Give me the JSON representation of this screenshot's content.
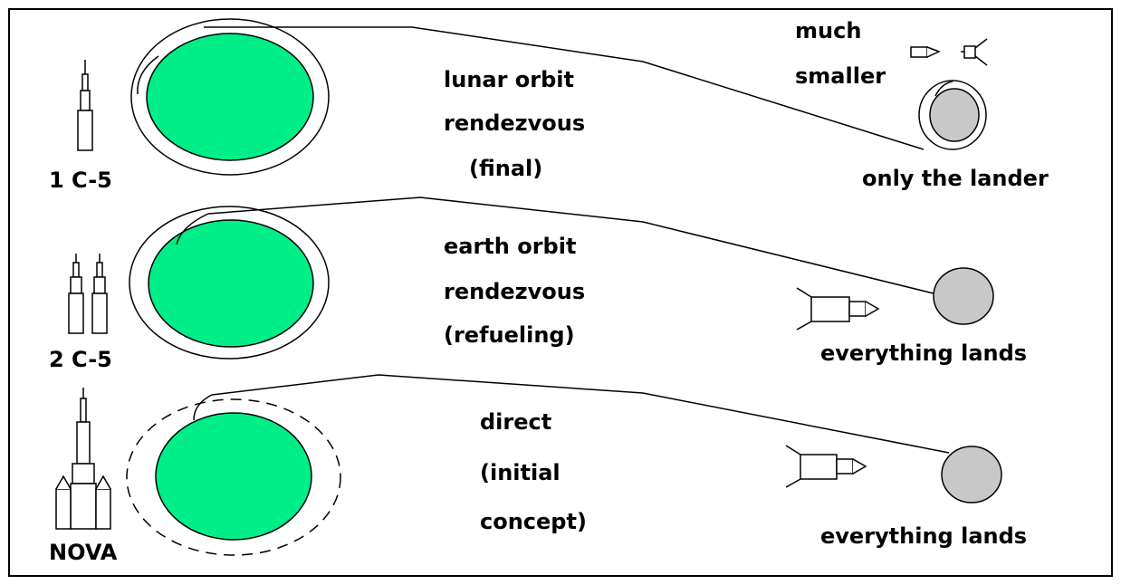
{
  "colors": {
    "earth": "#00ee88",
    "moon": "#c8c8c8",
    "line": "#000000",
    "background": "#ffffff"
  },
  "rows": [
    {
      "rocket_label": "1 C-5",
      "method_lines": [
        "lunar orbit",
        "rendezvous",
        "(final)"
      ],
      "note_lines": [
        "much",
        "smaller"
      ],
      "outcome_label": "only the lander"
    },
    {
      "rocket_label": "2 C-5",
      "method_lines": [
        "earth orbit",
        "rendezvous",
        "(refueling)"
      ],
      "outcome_label": "everything lands"
    },
    {
      "rocket_label": "NOVA",
      "method_lines": [
        "direct",
        "(initial",
        "concept)"
      ],
      "outcome_label": "everything lands"
    }
  ]
}
